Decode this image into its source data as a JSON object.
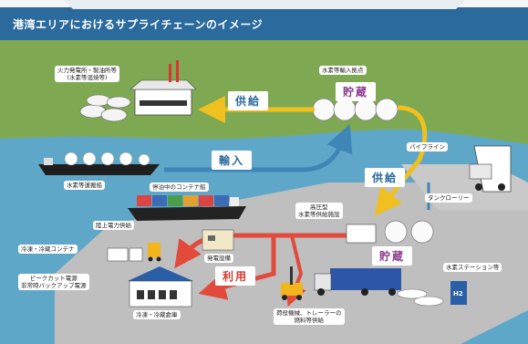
{
  "title": "港湾エリアにおけるサプライチェーンのイメージ",
  "flows": {
    "supply_top": "供給",
    "storage_top": "貯蔵",
    "import": "輸入",
    "supply_mid": "供給",
    "storage_bottom": "貯蔵",
    "use": "利用"
  },
  "labels": {
    "power_plant": [
      "火力発電所・製油所等",
      "(水素等混焼等)"
    ],
    "import_base": "水素等輸入拠点",
    "carrier_ship": "水素等運搬船",
    "pipeline": "パイプライン",
    "tank_lorry": "タンクローリー",
    "container_ship": "停泊中のコンテナ船",
    "onshore_power": "陸上電力供給",
    "yard_plant": [
      "高圧型",
      "水素等供給施設"
    ],
    "reefer": "冷凍・冷蔵コンテナ",
    "generator": "発電設備",
    "peak_cut": [
      "ピークカット電源",
      "非常時バックアップ電源"
    ],
    "warehouse": "冷凍・冷蔵倉庫",
    "station": "水素ステーション等",
    "cargo_machines": [
      "荷役機械、トレーラーの",
      "燃料等供給"
    ],
    "h2_badge": "H2"
  },
  "colors": {
    "sea": "#5fa7c9",
    "land": "#7ea952",
    "yard": "#bfbfbf",
    "title_bar": "#2a6a9c",
    "supply_arrow": "#f0c020",
    "import_arrow": "#3d86b7",
    "use_arrow": "#e24b3c",
    "flow_text_purple": "#8b3a8c",
    "flow_text_blue": "#2a6a9c",
    "flow_text_red": "#d1392c"
  }
}
